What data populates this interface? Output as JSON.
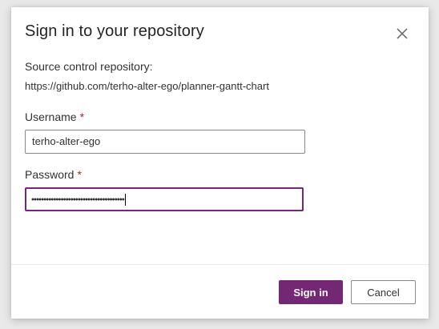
{
  "dialog": {
    "title": "Sign in to your repository",
    "close_icon": "close-icon"
  },
  "repository": {
    "label": "Source control repository:",
    "url": "https://github.com/terho-alter-ego/planner-gantt-chart"
  },
  "username": {
    "label": "Username",
    "required_mark": "*",
    "value": "terho-alter-ego"
  },
  "password": {
    "label": "Password",
    "required_mark": "*",
    "masked_value": "••••••••••••••••••••••••••••••••••••••"
  },
  "buttons": {
    "sign_in": "Sign in",
    "cancel": "Cancel"
  },
  "colors": {
    "accent": "#742774",
    "required": "#a4262c"
  }
}
